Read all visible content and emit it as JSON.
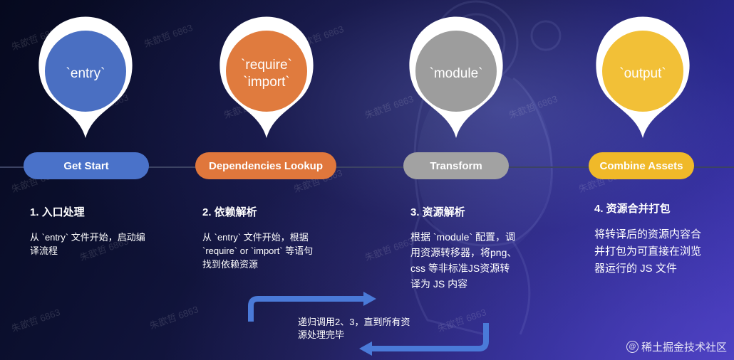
{
  "steps": [
    {
      "bubble_lines": [
        "`entry`"
      ],
      "bubble_color": "#4a6fc2",
      "pill_label": "Get Start",
      "pill_color": "#4a72c9",
      "title": "1. 入口处理",
      "desc_lines": [
        "从 `entry` 文件开始，启动编",
        "译流程"
      ]
    },
    {
      "bubble_lines": [
        "`require`",
        "`import`"
      ],
      "bubble_color": "#e07b3e",
      "pill_label": "Dependencies Lookup",
      "pill_color": "#e0773c",
      "title": "2. 依赖解析",
      "desc_lines": [
        "从 `entry` 文件开始，根据",
        "`require` or `import` 等语句",
        "找到依赖资源"
      ]
    },
    {
      "bubble_lines": [
        "`module`"
      ],
      "bubble_color": "#9d9d9d",
      "pill_label": "Transform",
      "pill_color": "#a2a2a2",
      "title": "3. 资源解析",
      "desc_lines": [
        "根据 `module` 配置，调",
        "用资源转移器，将png、",
        "css  等非标准JS资源转",
        "译为 JS 内容"
      ]
    },
    {
      "bubble_lines": [
        "`output`"
      ],
      "bubble_color": "#f2c037",
      "pill_label": "Combine Assets",
      "pill_color": "#f0b929",
      "title": "4. 资源合并打包",
      "desc_lines": [
        "将转译后的资源内容合",
        "并打包为可直接在浏览",
        "器运行的 JS 文件"
      ]
    }
  ],
  "loop": {
    "lines": [
      "递归调用2、3，直到所有资",
      "源处理完毕"
    ],
    "arrow_color": "#4a7ad8"
  },
  "watermark_text": "朱歆哲 6863",
  "brand": {
    "icon": "@",
    "label": "稀土掘金技术社区"
  }
}
